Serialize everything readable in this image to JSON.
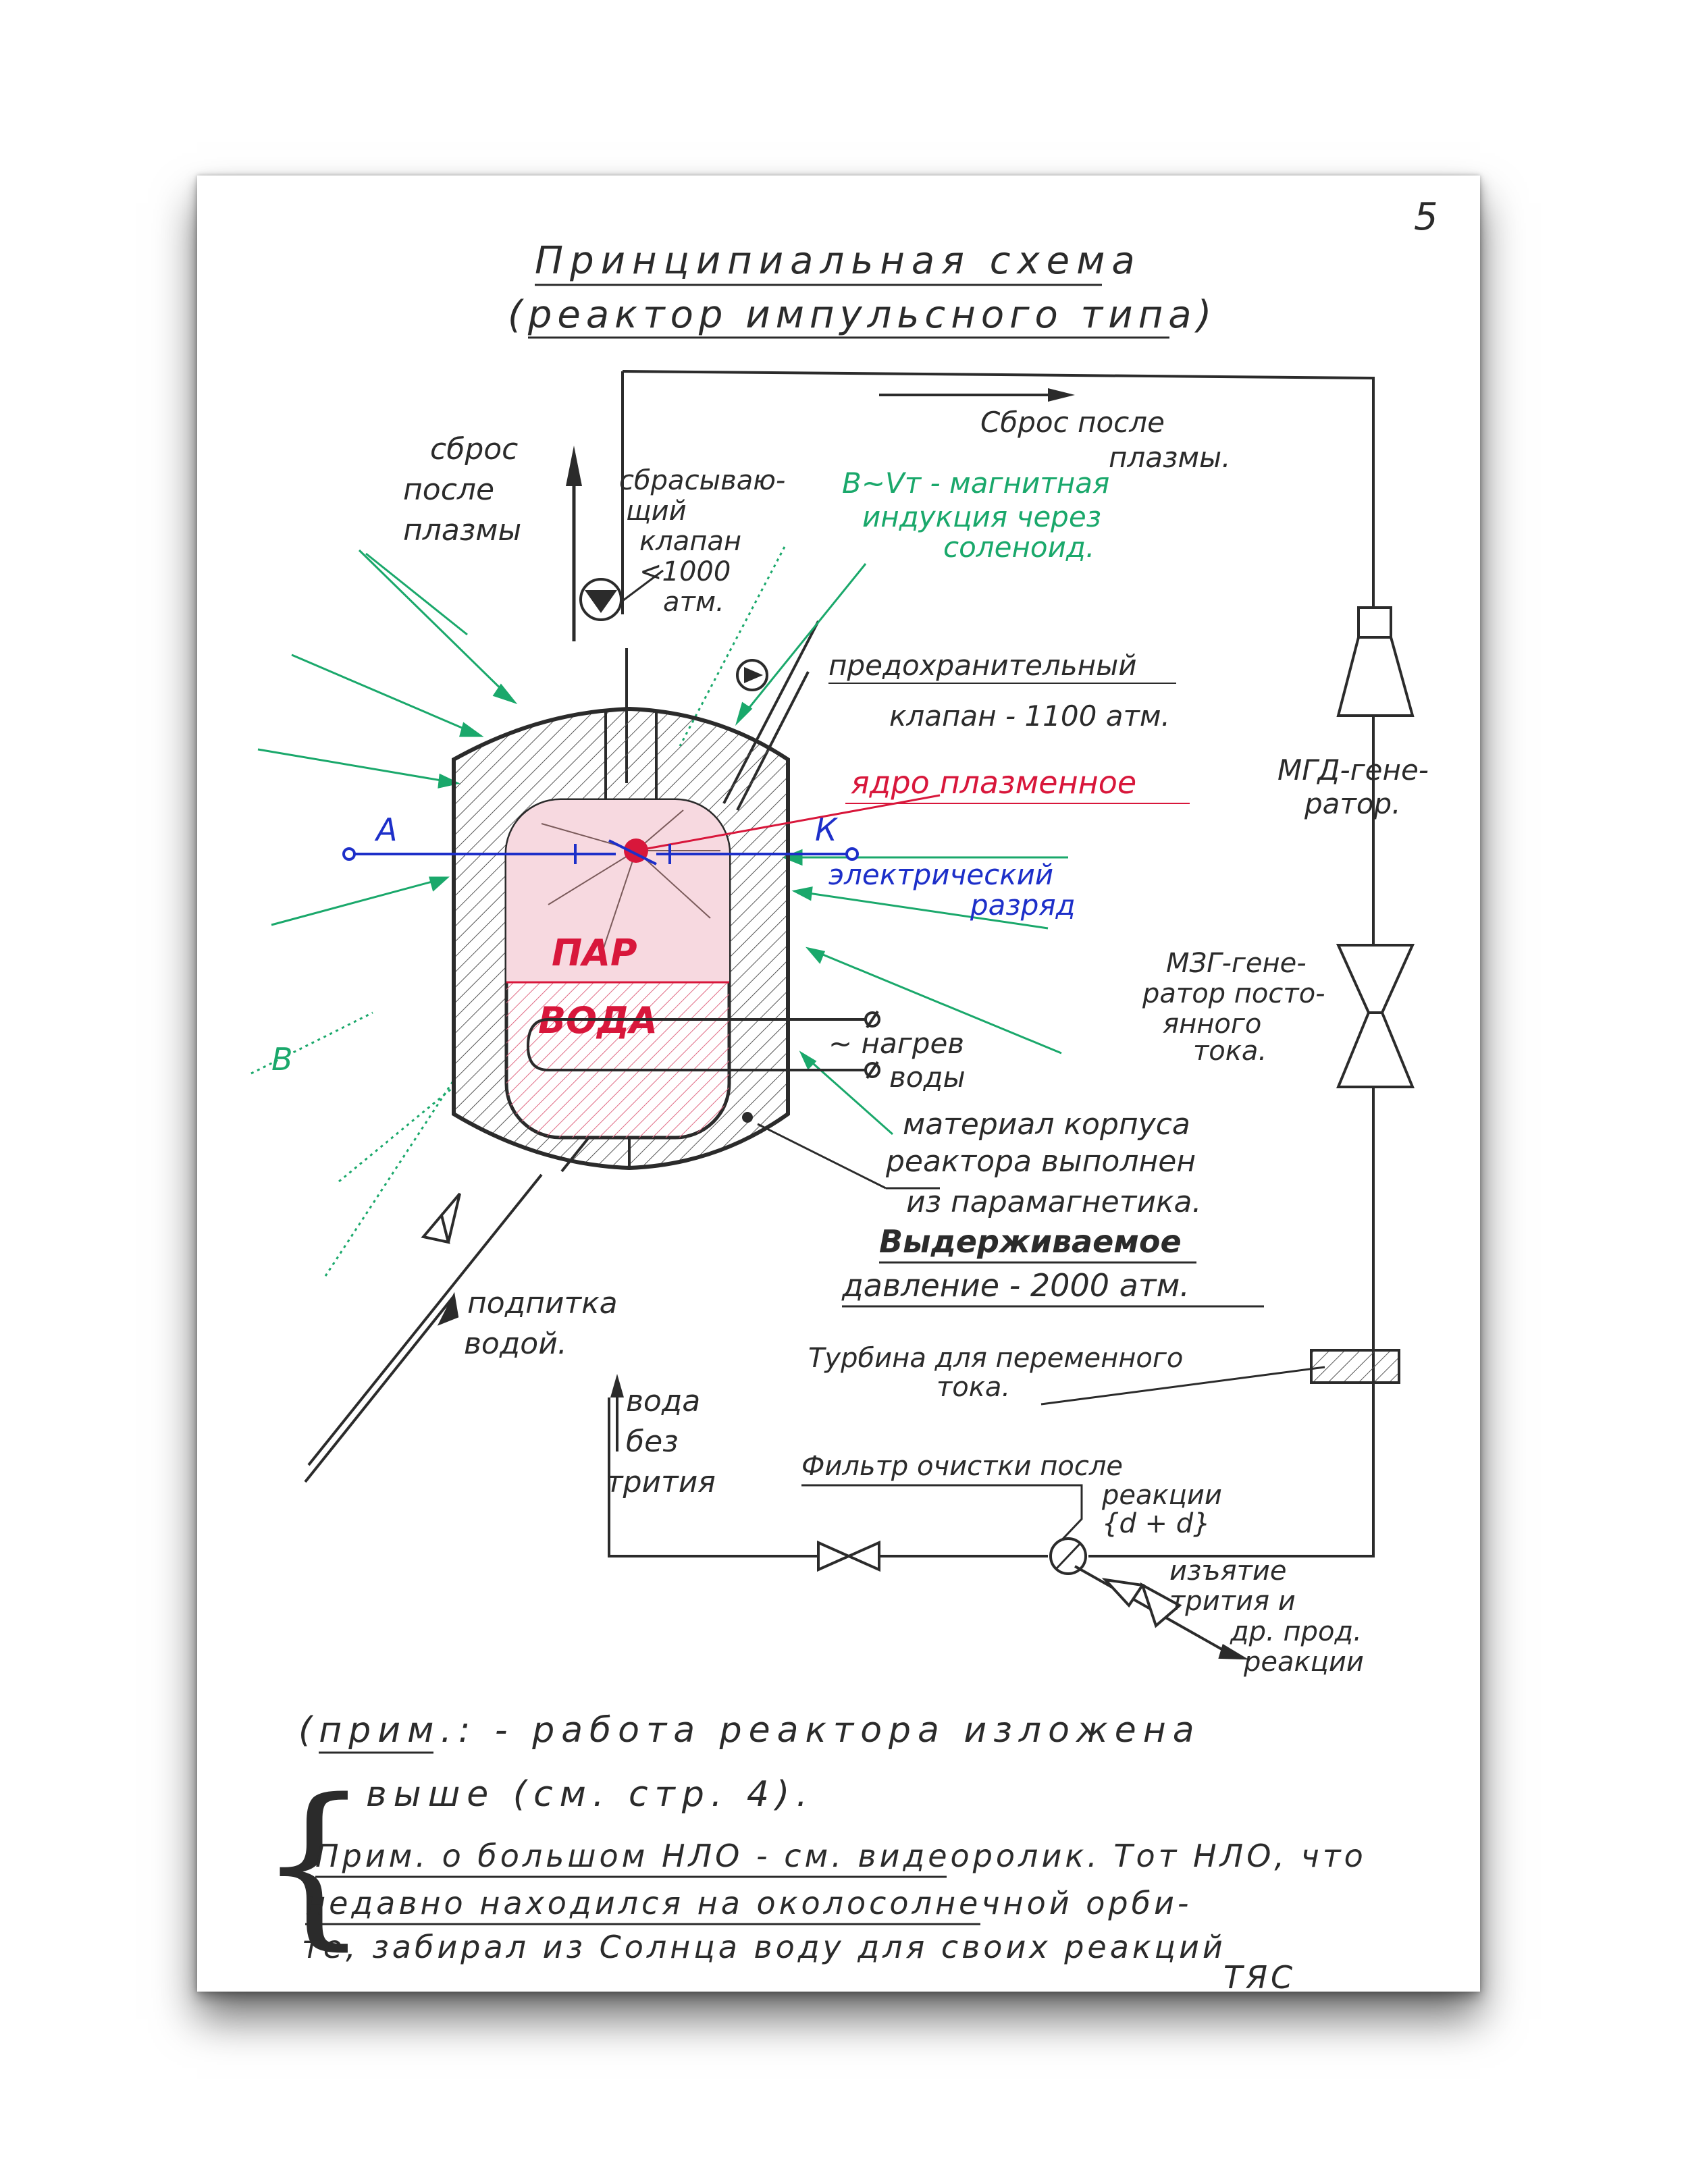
{
  "page_number": "5",
  "title": {
    "line1": "Принципиальная схема",
    "line2": "(реактор импульсного типа)"
  },
  "labels": {
    "discharge_left": [
      "сброс",
      "после",
      "плазмы"
    ],
    "discharge_right": [
      "Сброс после",
      "плазмы."
    ],
    "dump_valve": [
      "сбрасываю-",
      "щий",
      "клапан",
      "<1000",
      "атм."
    ],
    "magnetic_induction": [
      "B~Vт - магнитная",
      "индукция через",
      "соленоид."
    ],
    "safety_valve": [
      "предохранительный",
      "клапан - 1100 атм."
    ],
    "plasma_core": "ядро плазменное",
    "anode": "А",
    "cathode": "К",
    "electric_discharge": [
      "электрический",
      "разряд"
    ],
    "steam": "ПАР",
    "water": "ВОДА",
    "water_heating": [
      "~ нагрев",
      "воды"
    ],
    "mhd_generator": [
      "МГД-гене-",
      "ратор."
    ],
    "mzr_generator": [
      "МЗГ-гене-",
      "ратор посто-",
      "янного",
      "тока."
    ],
    "b_label": "В",
    "material": [
      "материал корпуса",
      "реактора выполнен",
      "из парамагнетика."
    ],
    "pressure": [
      "Выдерживаемое",
      "давление - 2000 атм."
    ],
    "turbine": [
      "Турбина для переменного",
      "тока."
    ],
    "water_feed": [
      "подпитка",
      "водой."
    ],
    "water_no_tritium": [
      "вода",
      "без",
      "трития"
    ],
    "filter": [
      "Фильтр очистки после",
      "реакции",
      "{d + d}"
    ],
    "tritium_extraction": [
      "изъятие",
      "трития и",
      "др. прод.",
      "реакции"
    ]
  },
  "notes": {
    "note1": [
      "(прим.: - работа реактора изложена",
      "выше (см. стр. 4)."
    ],
    "note2": [
      "Прим. о большом НЛО - см. видеоролик. Тот НЛО, что",
      "недавно находился на околосолнечной орби-",
      "те, забирал из Солнца воду для своих реакций",
      "ТЯС"
    ]
  },
  "colors": {
    "ink": "#2b2b2b",
    "green": "#1aa86b",
    "red": "#d8173b",
    "blue": "#1d2fc9"
  }
}
